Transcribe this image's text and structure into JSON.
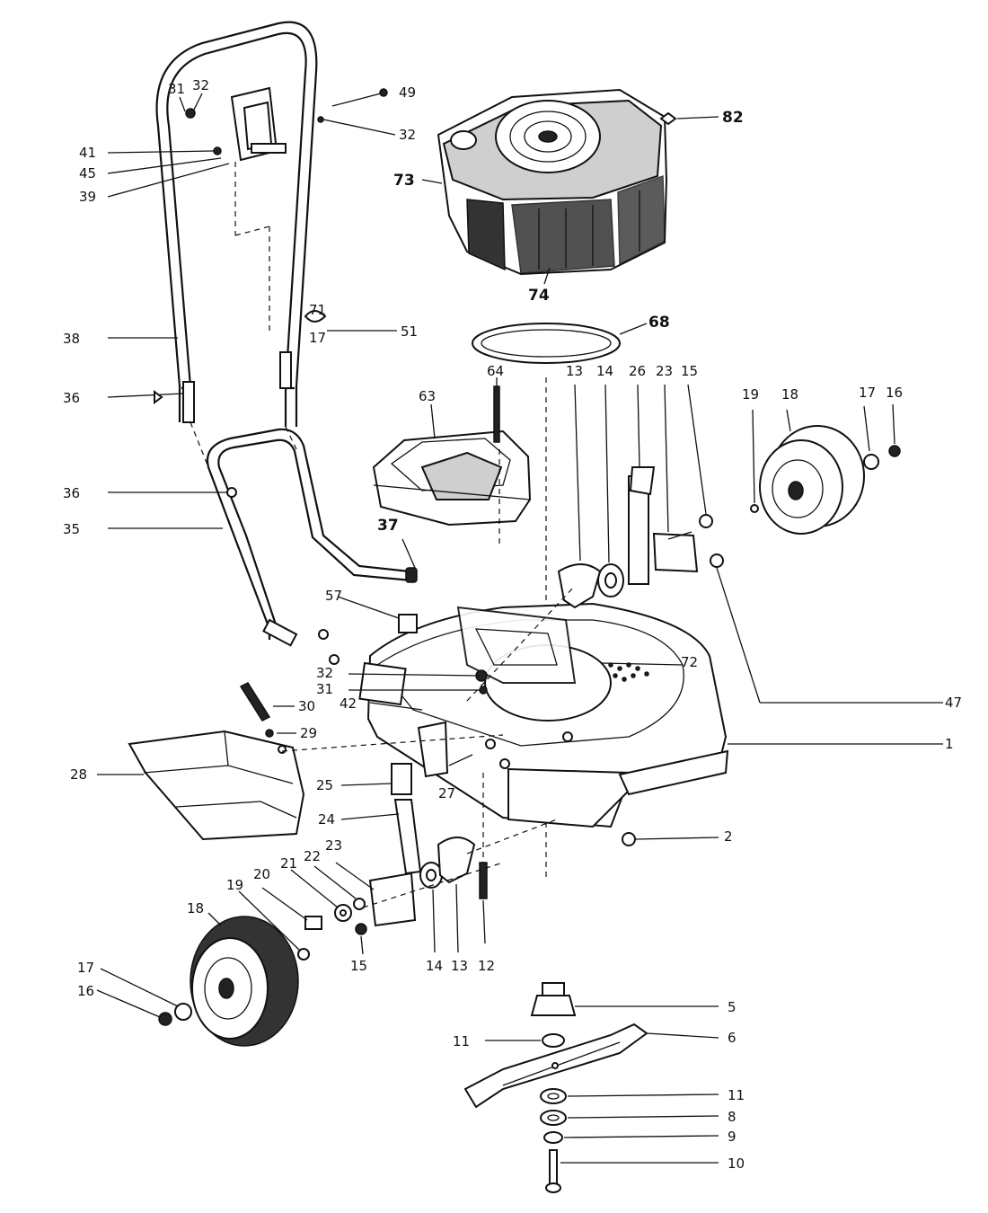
{
  "callouts": [
    {
      "id": "c31a",
      "text": "31"
    },
    {
      "id": "c32a",
      "text": "32"
    },
    {
      "id": "c49",
      "text": "49"
    },
    {
      "id": "c32b",
      "text": "32"
    },
    {
      "id": "c41",
      "text": "41"
    },
    {
      "id": "c45",
      "text": "45"
    },
    {
      "id": "c39",
      "text": "39"
    },
    {
      "id": "c73",
      "text": "73"
    },
    {
      "id": "c82",
      "text": "82"
    },
    {
      "id": "c74",
      "text": "74"
    },
    {
      "id": "c68",
      "text": "68"
    },
    {
      "id": "c38",
      "text": "38"
    },
    {
      "id": "c71",
      "text": "71"
    },
    {
      "id": "c17a",
      "text": "17"
    },
    {
      "id": "c51",
      "text": "51"
    },
    {
      "id": "c36a",
      "text": "36"
    },
    {
      "id": "c63",
      "text": "63"
    },
    {
      "id": "c64",
      "text": "64"
    },
    {
      "id": "c13a",
      "text": "13"
    },
    {
      "id": "c14a",
      "text": "14"
    },
    {
      "id": "c26",
      "text": "26"
    },
    {
      "id": "c23a",
      "text": "23"
    },
    {
      "id": "c15a",
      "text": "15"
    },
    {
      "id": "c19a",
      "text": "19"
    },
    {
      "id": "c18a",
      "text": "18"
    },
    {
      "id": "c17b",
      "text": "17"
    },
    {
      "id": "c16a",
      "text": "16"
    },
    {
      "id": "c36b",
      "text": "36"
    },
    {
      "id": "c35",
      "text": "35"
    },
    {
      "id": "c37",
      "text": "37"
    },
    {
      "id": "c57",
      "text": "57"
    },
    {
      "id": "c72",
      "text": "72"
    },
    {
      "id": "c47",
      "text": "47"
    },
    {
      "id": "c32c",
      "text": "32"
    },
    {
      "id": "c31b",
      "text": "31"
    },
    {
      "id": "c42",
      "text": "42"
    },
    {
      "id": "c30",
      "text": "30"
    },
    {
      "id": "c29",
      "text": "29"
    },
    {
      "id": "c1",
      "text": "1"
    },
    {
      "id": "c28",
      "text": "28"
    },
    {
      "id": "c25",
      "text": "25"
    },
    {
      "id": "c27",
      "text": "27"
    },
    {
      "id": "c24",
      "text": "24"
    },
    {
      "id": "c2",
      "text": "2"
    },
    {
      "id": "c23b",
      "text": "23"
    },
    {
      "id": "c22",
      "text": "22"
    },
    {
      "id": "c21",
      "text": "21"
    },
    {
      "id": "c20",
      "text": "20"
    },
    {
      "id": "c19b",
      "text": "19"
    },
    {
      "id": "c18b",
      "text": "18"
    },
    {
      "id": "c15b",
      "text": "15"
    },
    {
      "id": "c14b",
      "text": "14"
    },
    {
      "id": "c13b",
      "text": "13"
    },
    {
      "id": "c12",
      "text": "12"
    },
    {
      "id": "c17c",
      "text": "17"
    },
    {
      "id": "c16b",
      "text": "16"
    },
    {
      "id": "c5",
      "text": "5"
    },
    {
      "id": "c11a",
      "text": "11"
    },
    {
      "id": "c6",
      "text": "6"
    },
    {
      "id": "c11b",
      "text": "11"
    },
    {
      "id": "c8",
      "text": "8"
    },
    {
      "id": "c9",
      "text": "9"
    },
    {
      "id": "c10",
      "text": "10"
    }
  ]
}
